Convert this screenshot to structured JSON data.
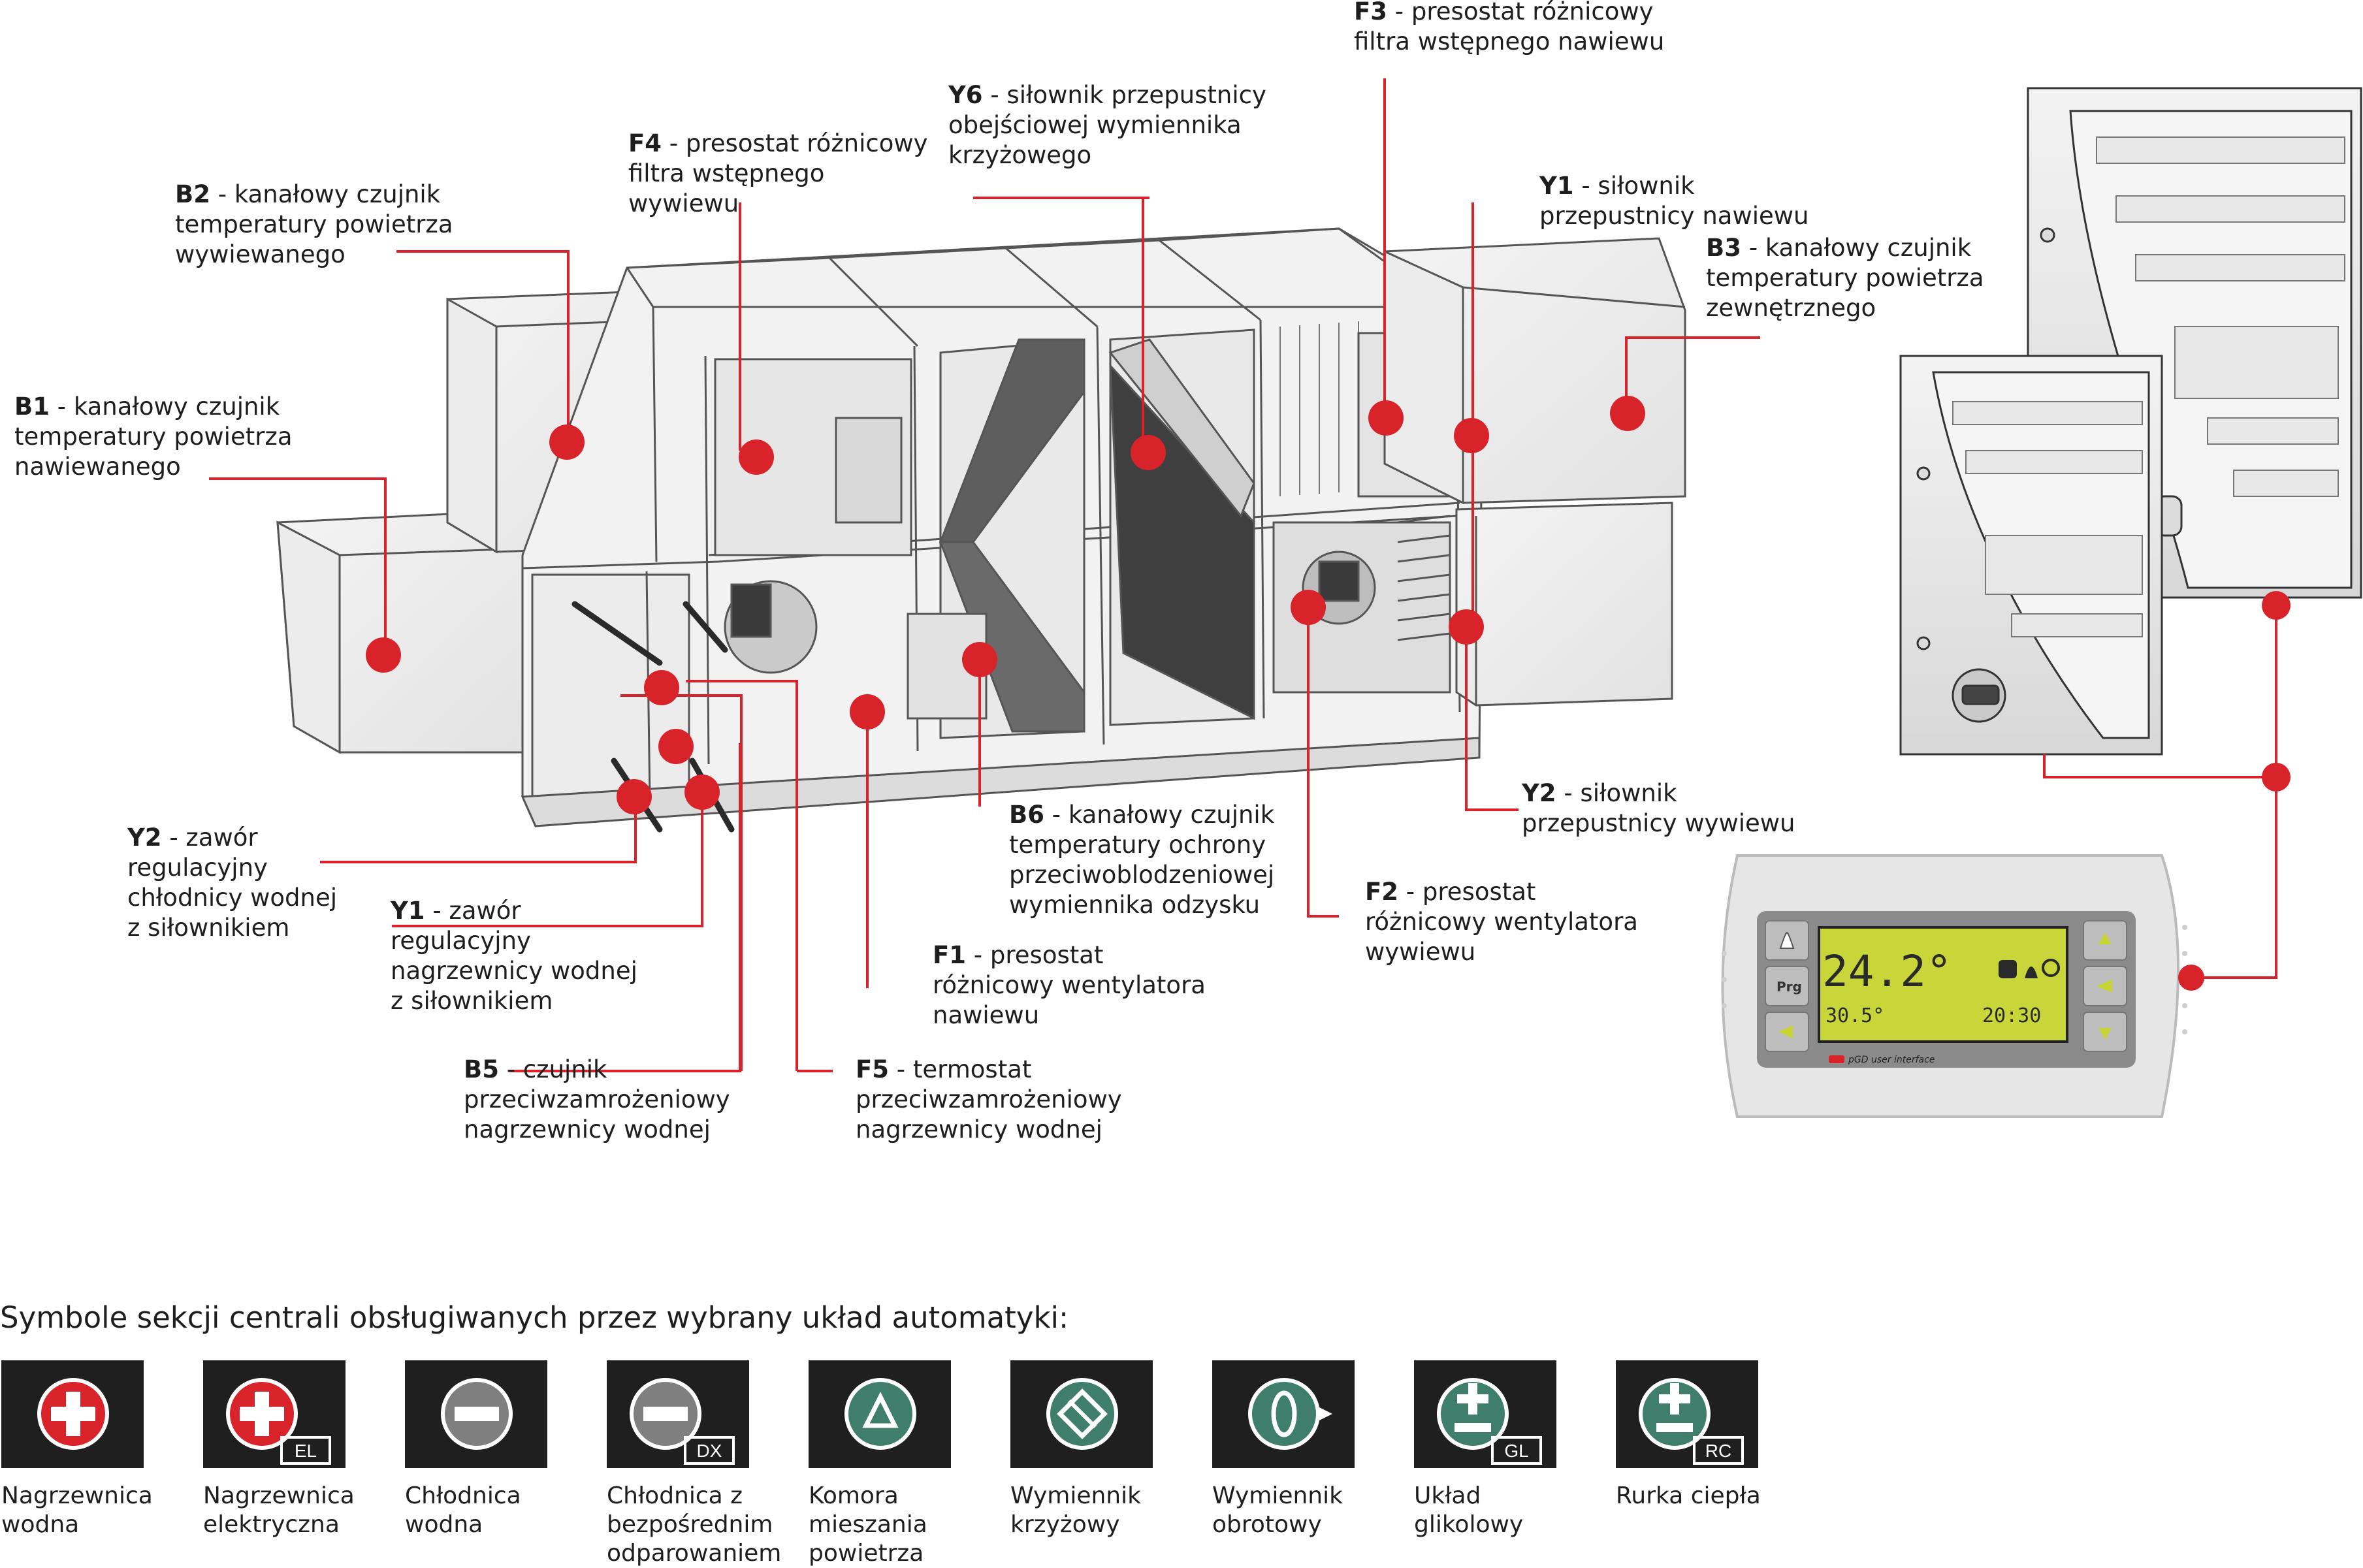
{
  "labels": {
    "B2": {
      "code": "B2",
      "lines": [
        "- kanałowy czujnik",
        "temperatury powietrza",
        "wywiewanego"
      ]
    },
    "B1": {
      "code": "B1",
      "lines": [
        "- kanałowy czujnik",
        "temperatury powietrza",
        "nawiewanego"
      ]
    },
    "F4": {
      "code": "F4",
      "lines": [
        "- presostat różnicowy",
        "filtra wstępnego",
        "wywiewu"
      ]
    },
    "Y6": {
      "code": "Y6",
      "lines": [
        "- siłownik przepustnicy",
        "obejściowej wymiennika",
        "krzyżowego"
      ]
    },
    "F3": {
      "code": "F3",
      "lines": [
        "- presostat różnicowy",
        "filtra wstępnego nawiewu"
      ]
    },
    "Y1_top": {
      "code": "Y1",
      "lines": [
        "- siłownik",
        "przepustnicy nawiewu"
      ]
    },
    "B3": {
      "code": "B3",
      "lines": [
        "- kanałowy czujnik",
        "temperatury powietrza",
        "zewnętrznego"
      ]
    },
    "Y2_valve": {
      "code": "Y2",
      "lines": [
        "- zawór",
        "regulacyjny",
        "chłodnicy wodnej",
        "z siłownikiem"
      ]
    },
    "Y1_valve": {
      "code": "Y1",
      "lines": [
        "- zawór",
        "regulacyjny",
        "nagrzewnicy wodnej",
        "z siłownikiem"
      ]
    },
    "B5": {
      "code": "B5",
      "lines": [
        "- czujnik",
        "przeciwzamrożeniowy",
        "nagrzewnicy wodnej"
      ]
    },
    "F5": {
      "code": "F5",
      "lines": [
        "- termostat",
        "przeciwzamrożeniowy",
        "nagrzewnicy wodnej"
      ]
    },
    "F1": {
      "code": "F1",
      "lines": [
        "- presostat",
        "różnicowy wentylatora",
        "nawiewu"
      ]
    },
    "B6": {
      "code": "B6",
      "lines": [
        "- kanałowy czujnik",
        "temperatury ochrony",
        "przeciwoblodzeniowej",
        "wymiennika odzysku"
      ]
    },
    "F2": {
      "code": "F2",
      "lines": [
        "- presostat",
        "różnicowy wentylatora",
        "wywiewu"
      ]
    },
    "Y2_damper": {
      "code": "Y2",
      "lines": [
        "- siłownik",
        "przepustnicy wywiewu"
      ]
    }
  },
  "controller": {
    "temp_main": "24.2°",
    "temp_second": "30.5°",
    "time": "20:30",
    "prg_label": "Prg",
    "brand": "pGD user interface"
  },
  "legend": {
    "title": "Symbole sekcji centrali obsługiwanych przez wybrany układ automatyki:",
    "items": [
      {
        "icon": "plus-icon",
        "tag": "",
        "caption": [
          "Nagrzewnica",
          "wodna"
        ]
      },
      {
        "icon": "plus-icon",
        "tag": "EL",
        "caption": [
          "Nagrzewnica",
          "elektryczna"
        ]
      },
      {
        "icon": "minus-icon",
        "tag": "",
        "caption": [
          "Chłodnica",
          "wodna"
        ]
      },
      {
        "icon": "minus-icon",
        "tag": "DX",
        "caption": [
          "Chłodnica z",
          "bezpośrednim",
          "odparowaniem"
        ]
      },
      {
        "icon": "recycle-icon",
        "tag": "",
        "caption": [
          "Komora",
          "mieszania",
          "powietrza"
        ]
      },
      {
        "icon": "cross-exchanger-icon",
        "tag": "",
        "caption": [
          "Wymiennik",
          "krzyżowy"
        ]
      },
      {
        "icon": "rotary-exchanger-icon",
        "tag": "",
        "caption": [
          "Wymiennik",
          "obrotowy"
        ]
      },
      {
        "icon": "plus-minus-icon",
        "tag": "GL",
        "caption": [
          "Układ",
          "glikolowy"
        ]
      },
      {
        "icon": "plus-minus-icon",
        "tag": "RC",
        "caption": [
          "Rurka ciepła"
        ]
      }
    ]
  },
  "colors": {
    "marker": "#d9232a",
    "line": "#d9232a",
    "legend_bg": "#1f1f1f",
    "lcd": "#c8d63a"
  }
}
